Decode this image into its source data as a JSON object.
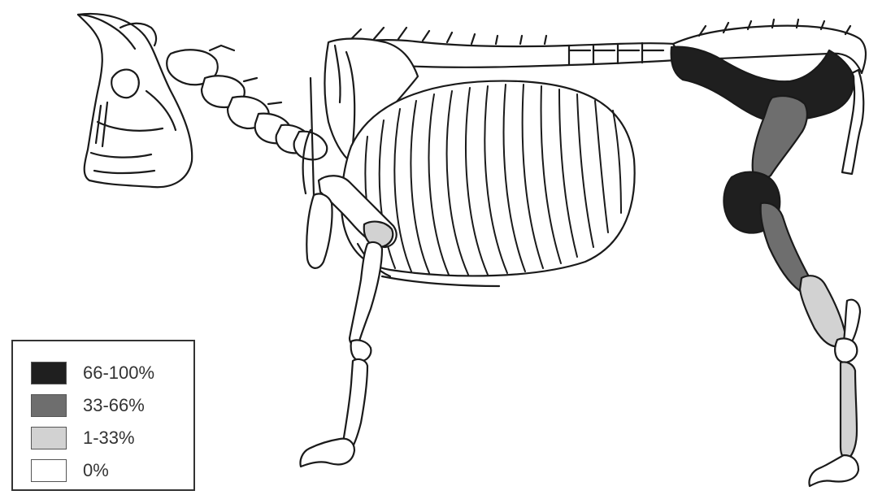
{
  "legend": {
    "items": [
      {
        "label": "66-100%",
        "color": "#1f1f1f"
      },
      {
        "label": "33-66%",
        "color": "#6e6e6e"
      },
      {
        "label": "1-33%",
        "color": "#d2d2d2"
      },
      {
        "label": "0%",
        "color": "#ffffff"
      }
    ]
  },
  "colors": {
    "outline": "#1a1a1a",
    "high": "#1f1f1f",
    "medium": "#6e6e6e",
    "low": "#d2d2d2",
    "none": "#ffffff"
  }
}
